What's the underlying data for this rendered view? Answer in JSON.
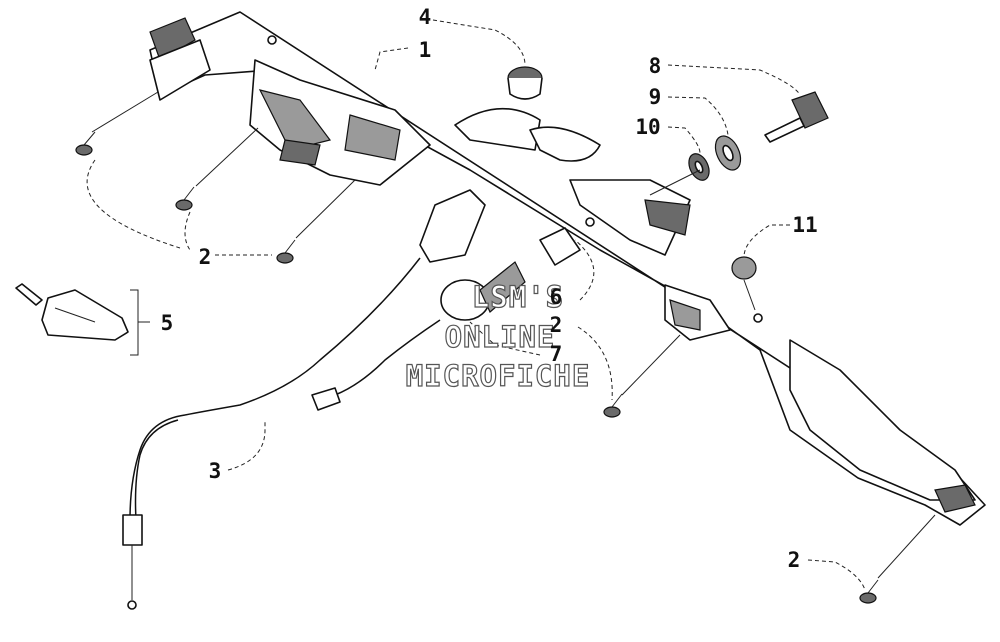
{
  "callouts": [
    {
      "id": "c1",
      "label": "1"
    },
    {
      "id": "c2a",
      "label": "2"
    },
    {
      "id": "c2b",
      "label": "2"
    },
    {
      "id": "c2c",
      "label": "2"
    },
    {
      "id": "c3",
      "label": "3"
    },
    {
      "id": "c4",
      "label": "4"
    },
    {
      "id": "c5",
      "label": "5"
    },
    {
      "id": "c6",
      "label": "6"
    },
    {
      "id": "c7",
      "label": "7"
    },
    {
      "id": "c8",
      "label": "8"
    },
    {
      "id": "c9",
      "label": "9"
    },
    {
      "id": "c10",
      "label": "10"
    },
    {
      "id": "c11",
      "label": "11"
    }
  ],
  "watermark": [
    "LSM'S",
    "ONLINE",
    "MICROFICHE"
  ]
}
